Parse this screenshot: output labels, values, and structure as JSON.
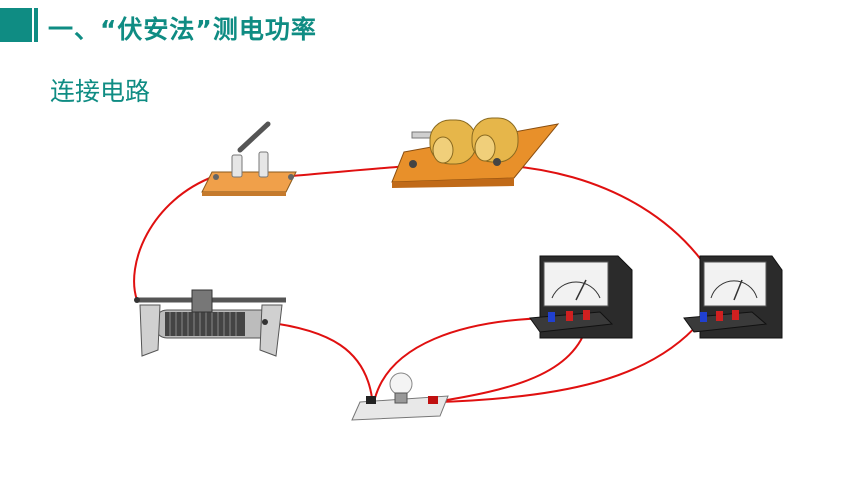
{
  "slide": {
    "title": "一、“伏安法”测电功率",
    "subtitle": "连接电路"
  },
  "colors": {
    "accent": "#0f8c83",
    "wire": "#e01010",
    "battery_base": "#e8902a",
    "battery_cell": "#e6b64a",
    "meter_body": "#2b2b2b",
    "switch_base": "#f0a04a"
  },
  "components": [
    {
      "name": "switch",
      "icon": "knife-switch-icon"
    },
    {
      "name": "battery",
      "icon": "battery-holder-icon"
    },
    {
      "name": "rheostat",
      "icon": "sliding-rheostat-icon"
    },
    {
      "name": "lamp",
      "icon": "light-bulb-icon"
    },
    {
      "name": "meter-left",
      "icon": "meter-icon"
    },
    {
      "name": "meter-right",
      "icon": "meter-icon"
    }
  ]
}
